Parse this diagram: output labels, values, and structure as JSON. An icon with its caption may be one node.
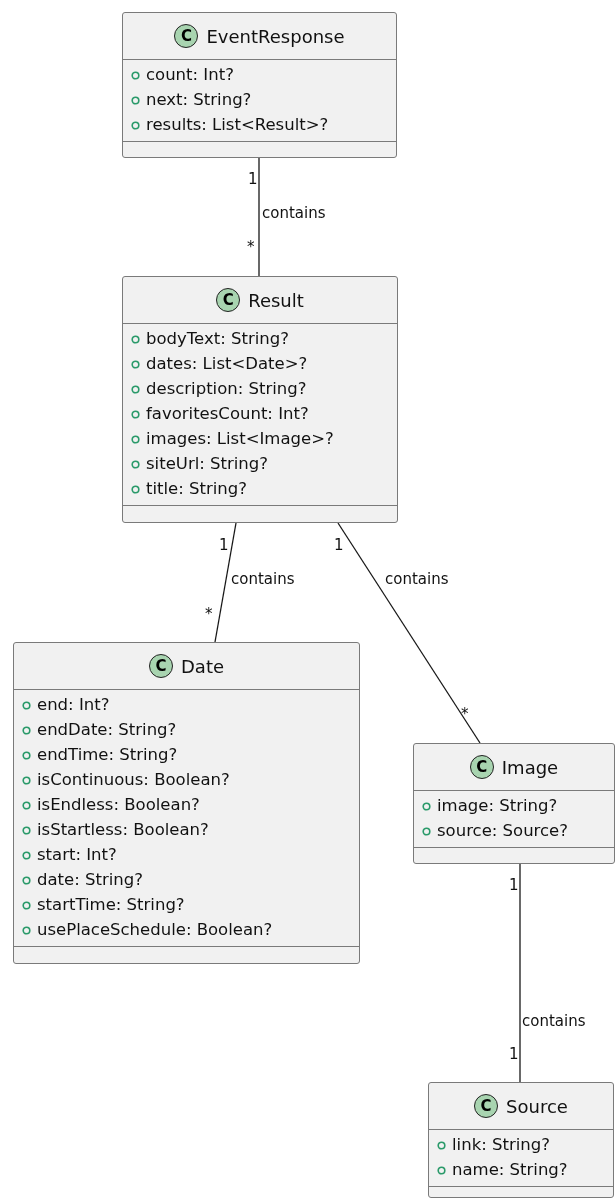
{
  "diagram": {
    "nodes": [
      {
        "text": [
          "C",
          "EventResponse",
          "count: Int?",
          "next: String?",
          "results: List<Result>?"
        ]
      },
      {
        "text": [
          "C",
          "Result",
          "bodyText: String?",
          "dates: List<Date>?",
          "description: String?",
          "favoritesCount: Int?",
          "images: List<Image>?",
          "siteUrl: String?",
          "title: String?"
        ]
      },
      {
        "text": [
          "C",
          "Date",
          "end: Int?",
          "endDate: String?",
          "endTime: String?",
          "isContinuous: Boolean?",
          "isEndless: Boolean?",
          "isStartless: Boolean?",
          "start: Int?",
          "date: String?",
          "startTime: String?",
          "usePlaceSchedule: Boolean?"
        ]
      },
      {
        "text": [
          "C",
          "Image",
          "image: String?",
          "source: Source?"
        ]
      },
      {
        "text": [
          "C",
          "Source",
          "link: String?",
          "name: String?"
        ]
      }
    ],
    "edges": [
      {
        "from": 0,
        "to": 1,
        "arrow": "none",
        "label": "contains"
      },
      {
        "from": 1,
        "to": 2,
        "arrow": "none",
        "label": "contains"
      },
      {
        "from": 1,
        "to": 3,
        "arrow": "none",
        "label": "contains"
      },
      {
        "from": 3,
        "to": 4,
        "arrow": "none",
        "label": "contains"
      }
    ],
    "labels": [
      "1",
      "*",
      "1",
      "1",
      "*",
      "*",
      "1",
      "1"
    ]
  }
}
